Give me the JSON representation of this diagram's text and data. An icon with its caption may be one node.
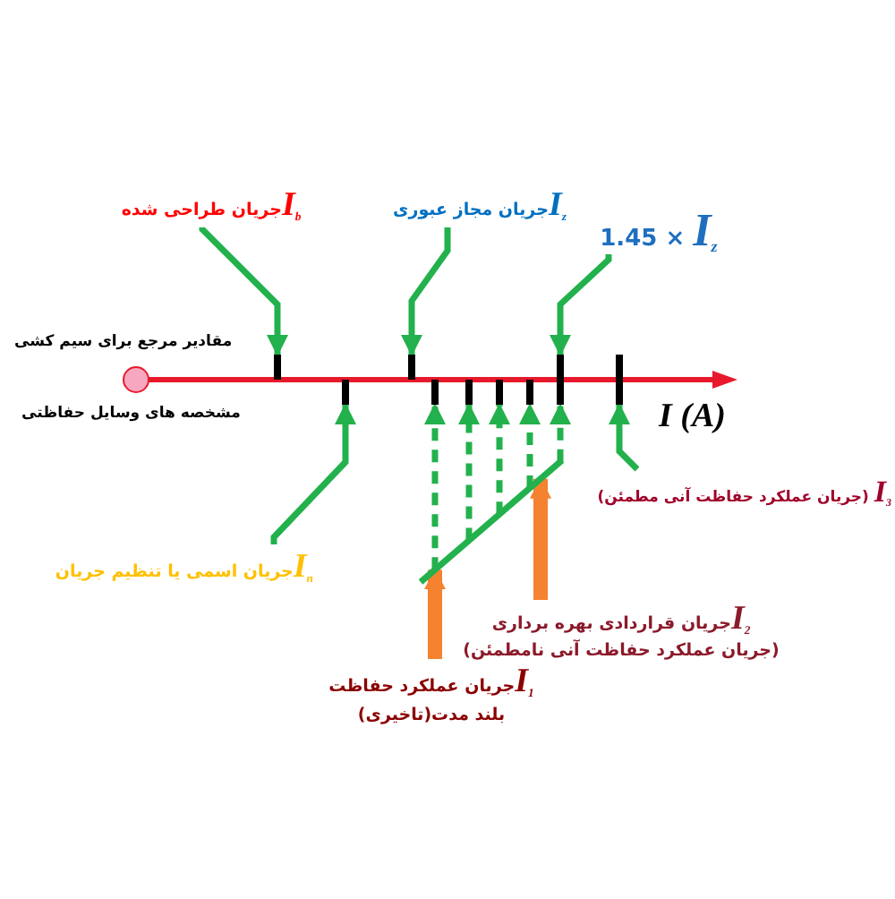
{
  "diagram": {
    "nodes": [
      {
        "text": [
          "*I*$_{b}$جریان طراحی شده"
        ]
      },
      {
        "text": [
          "*I*$_{z}$جریان مجاز عبوری"
        ]
      },
      {
        "text": [
          "1.45 × *I*$_{z}$"
        ]
      },
      {
        "text": [],
        "shape": "bar"
      },
      {
        "text": [],
        "shape": "bar"
      },
      {
        "text": [],
        "shape": "bar"
      },
      {
        "text": [],
        "shape": "bar"
      },
      {
        "text": [],
        "shape": "bar"
      },
      {
        "text": [],
        "shape": "bar"
      },
      {
        "text": [],
        "shape": "bar"
      },
      {
        "text": [],
        "shape": "bar"
      },
      {
        "text": [],
        "shape": "bar"
      },
      {
        "text": [],
        "shape": "bar"
      },
      {
        "text": [
          "*I*$_{n}$جریان اسمی یا تنظیم جریان"
        ]
      },
      {
        "text": [
          "*I*$_{3}$ (جریان عملکرد حفاظت آنی مطمئن)"
        ]
      },
      {
        "text": [
          "*I*$_{2}$جریان قراردادی بهره برداری",
          "(جریان عملکرد حفاظت آنی نامطمئن)"
        ]
      },
      {
        "text": [
          "*I*$_{1}$جریان عملکرد حفاظت بلند مدت(تاخیری)"
        ]
      }
    ],
    "edges": [
      {
        "from": 0,
        "to": 3,
        "arrow": "to"
      },
      {
        "from": 1,
        "to": 4,
        "arrow": "to"
      },
      {
        "from": 2,
        "to": 5,
        "arrow": "to"
      },
      {
        "from": 13,
        "to": 7,
        "arrow": "to"
      },
      {
        "from": 14,
        "to": 6,
        "arrow": "to"
      },
      {
        "from": 12,
        "to": 8,
        "arrow": "to",
        "style": "dashed"
      },
      {
        "from": 12,
        "to": 9,
        "arrow": "to",
        "style": "dashed"
      },
      {
        "from": 12,
        "to": 10,
        "arrow": "to",
        "style": "dashed"
      },
      {
        "from": 12,
        "to": 11,
        "arrow": "to",
        "style": "dashed"
      },
      {
        "from": 12,
        "to": 5,
        "arrow": "to",
        "style": "dashed"
      },
      {
        "from": 16,
        "to": 12,
        "arrow": "to",
        "style": "thick",
        "color": "#f5822f"
      },
      {
        "from": 15,
        "to": 12,
        "arrow": "to",
        "style": "thick",
        "color": "#f5822f"
      }
    ],
    "labels": [
      "مقادیر مرجع برای سیم کشی",
      "مشخصه های وسایل حفاظتی",
      "I (A)"
    ]
  }
}
